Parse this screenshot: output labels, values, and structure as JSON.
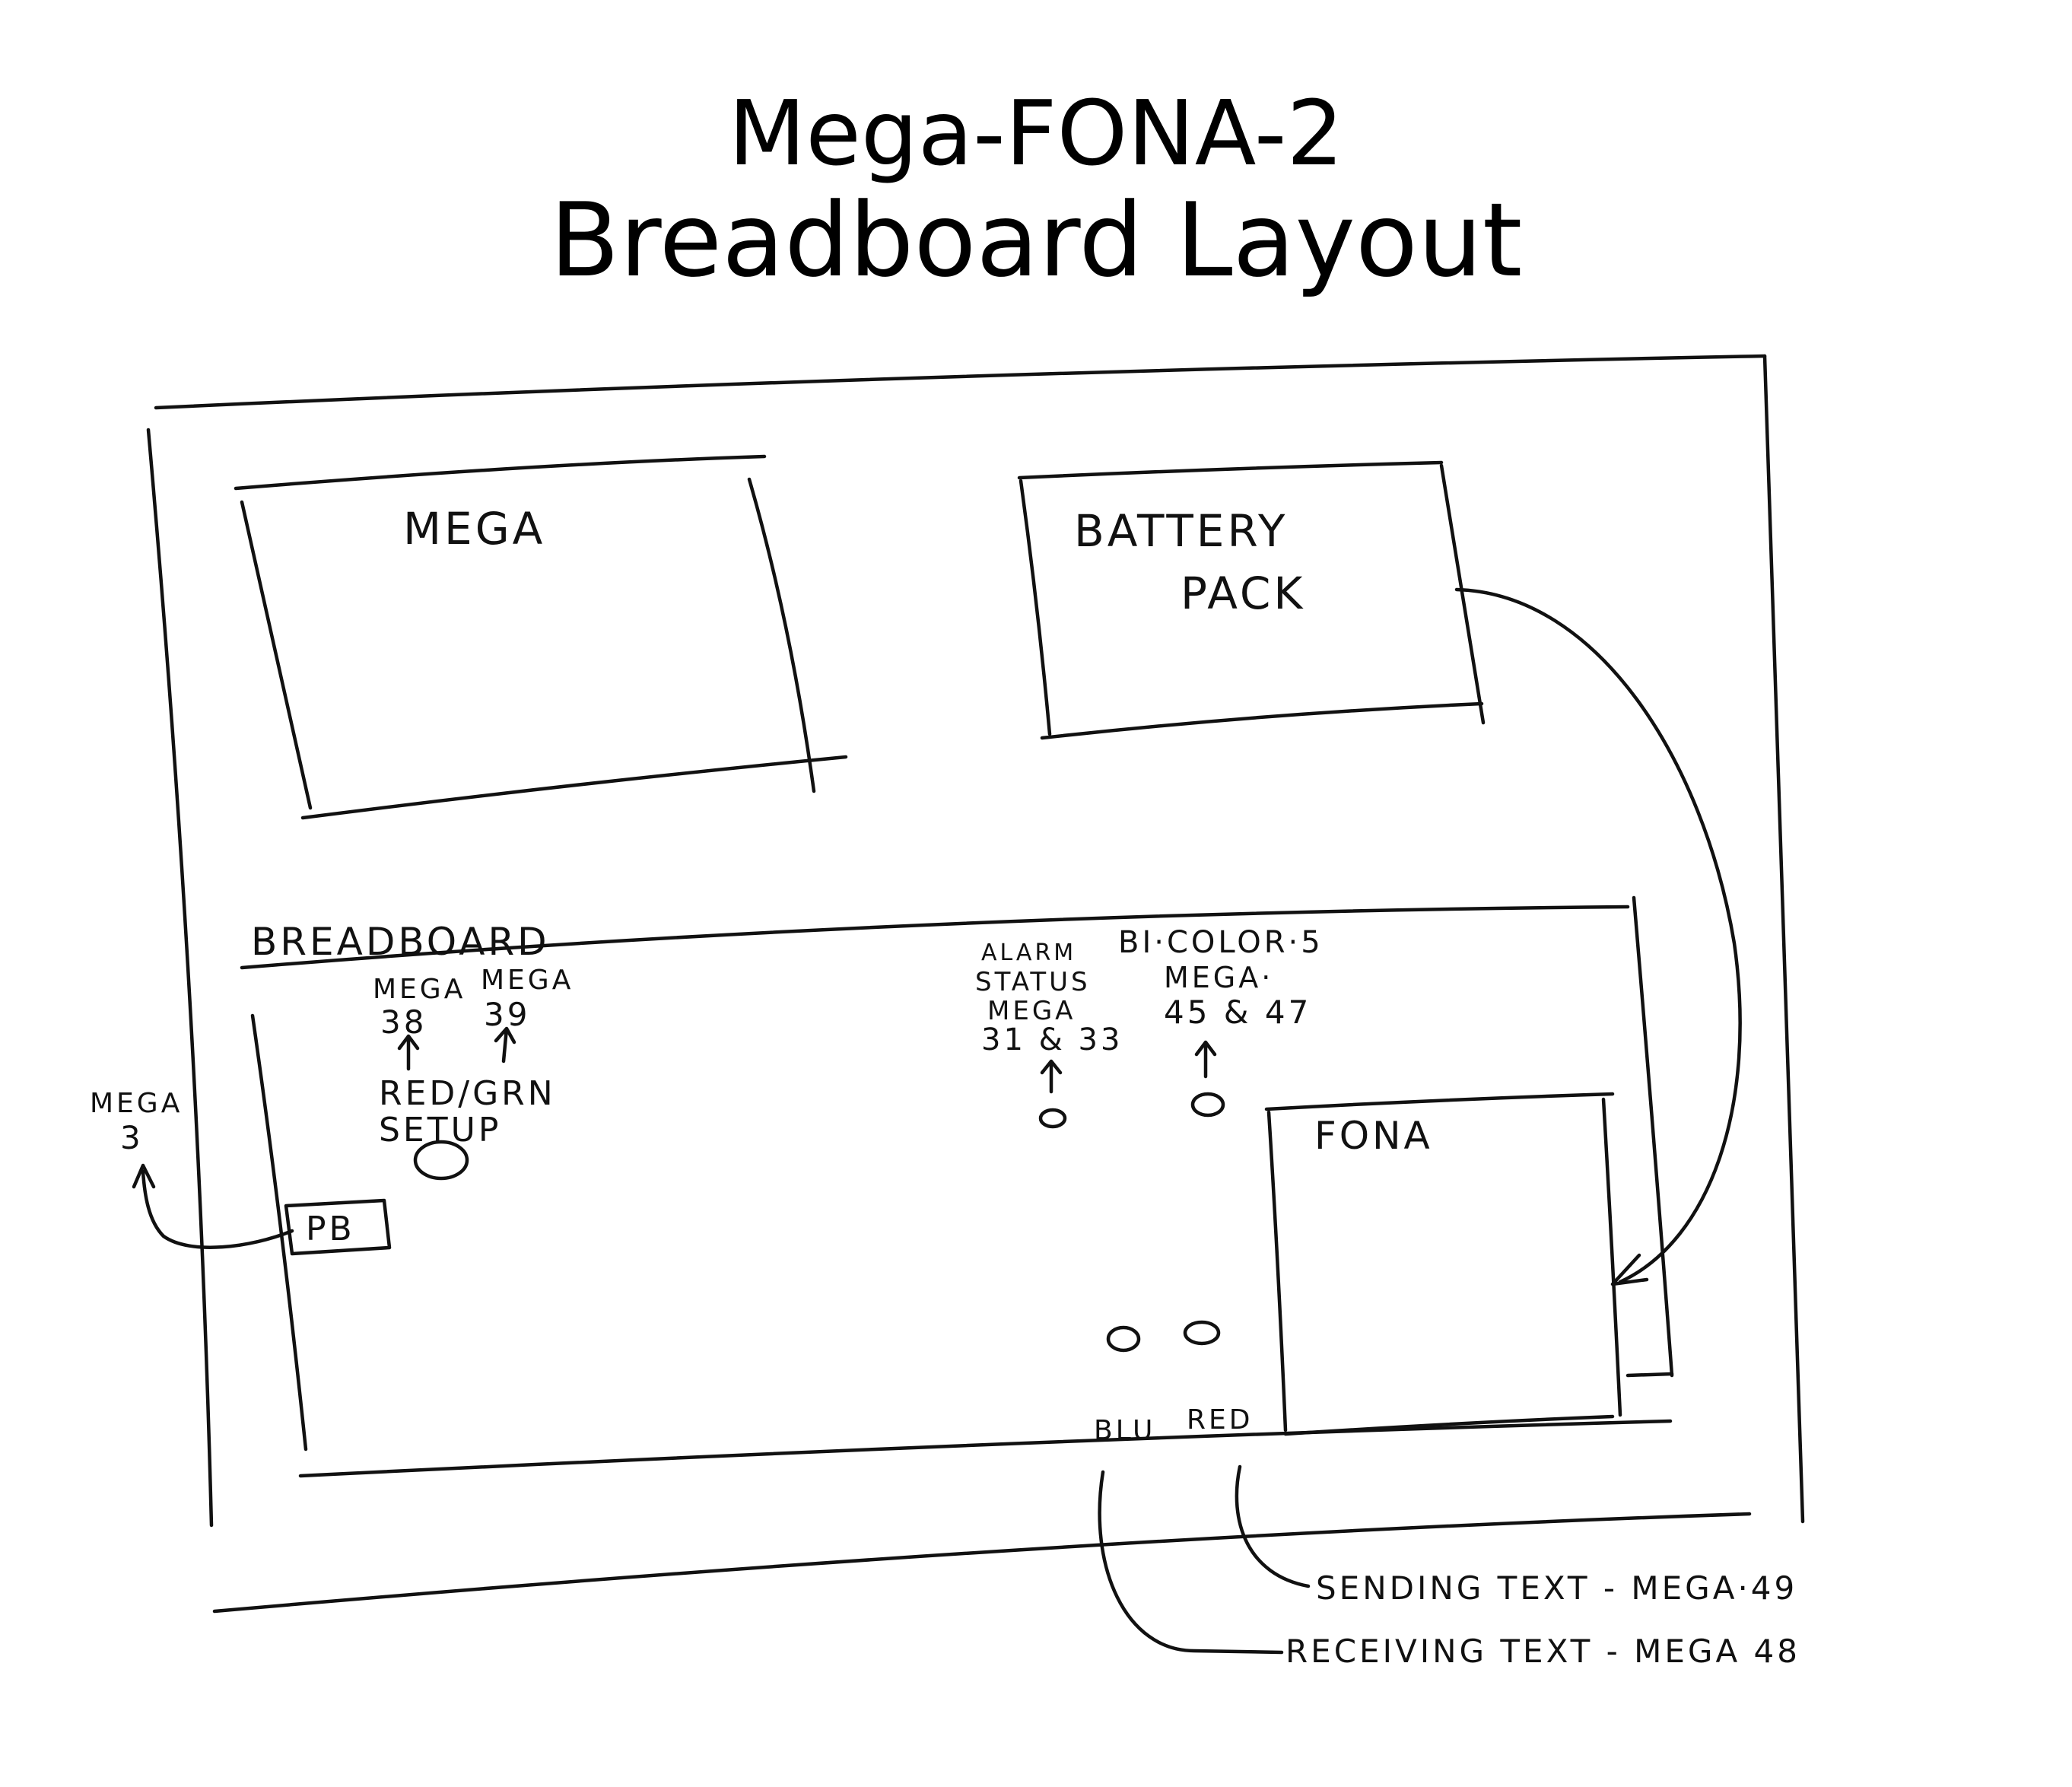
{
  "title": {
    "line1": "Mega-FONA-2",
    "line2": "Breadboard Layout"
  },
  "components": {
    "mega": "MEGA",
    "battery_pack": [
      "BATTERY",
      "PACK"
    ],
    "breadboard": "BREADBOARD",
    "fona": "FONA",
    "push_button": "PB"
  },
  "labels": {
    "mega_38": [
      "MEGA",
      "38"
    ],
    "mega_39": [
      "MEGA",
      "39"
    ],
    "red_grn_setup": [
      "RED/GRN",
      "SETUP"
    ],
    "mega_3": [
      "MEGA",
      "3"
    ],
    "alarm_status": [
      "ALARM",
      "STATUS",
      "MEGA",
      "31 & 33"
    ],
    "bicolor": [
      "BI·COLOR·5",
      "MEGA·",
      "45 & 47"
    ],
    "blu": "BLU",
    "red": "RED",
    "sending_text": "SENDING TEXT - MEGA·49",
    "receiving_text": "RECEIVING TEXT - MEGA 48"
  },
  "colors": {
    "ink": "#111111",
    "paper": "#ffffff"
  }
}
